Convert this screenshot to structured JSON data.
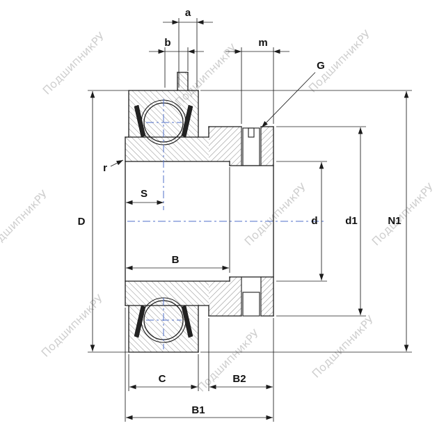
{
  "watermark": {
    "text": "ПодшипникРУ"
  },
  "labels": {
    "a": "a",
    "b": "b",
    "m": "m",
    "g": "G",
    "r": "r",
    "s": "S",
    "d_outer": "D",
    "b_inner": "B",
    "d_bore": "d",
    "d1": "d1",
    "n1": "N1",
    "c": "C",
    "b2": "B2",
    "b1": "B1"
  },
  "colors": {
    "line": "#1c1c1c",
    "centerline": "#4f6fc9",
    "watermark": "#a8a8a8",
    "background": "#ffffff"
  }
}
